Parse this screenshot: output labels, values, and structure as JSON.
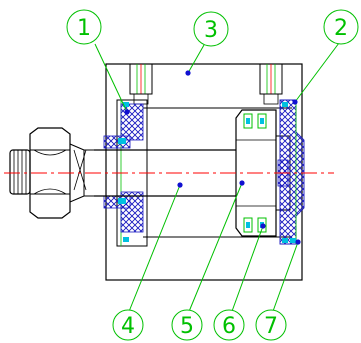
{
  "colors": {
    "outline": "#000000",
    "leader": "#00c000",
    "centerline": "#ff0000",
    "seal": "#1818c0",
    "hatch": "#1818c0",
    "marker": "#1010d0",
    "accent": "#00c0e0"
  },
  "callouts": [
    {
      "label": "1",
      "part": "rod-seal-housing"
    },
    {
      "label": "3",
      "part": "cylinder-body"
    },
    {
      "label": "2",
      "part": "end-cap-seal"
    },
    {
      "label": "4",
      "part": "piston-rod"
    },
    {
      "label": "5",
      "part": "piston"
    },
    {
      "label": "6",
      "part": "piston-seal"
    },
    {
      "label": "7",
      "part": "end-cap"
    }
  ]
}
